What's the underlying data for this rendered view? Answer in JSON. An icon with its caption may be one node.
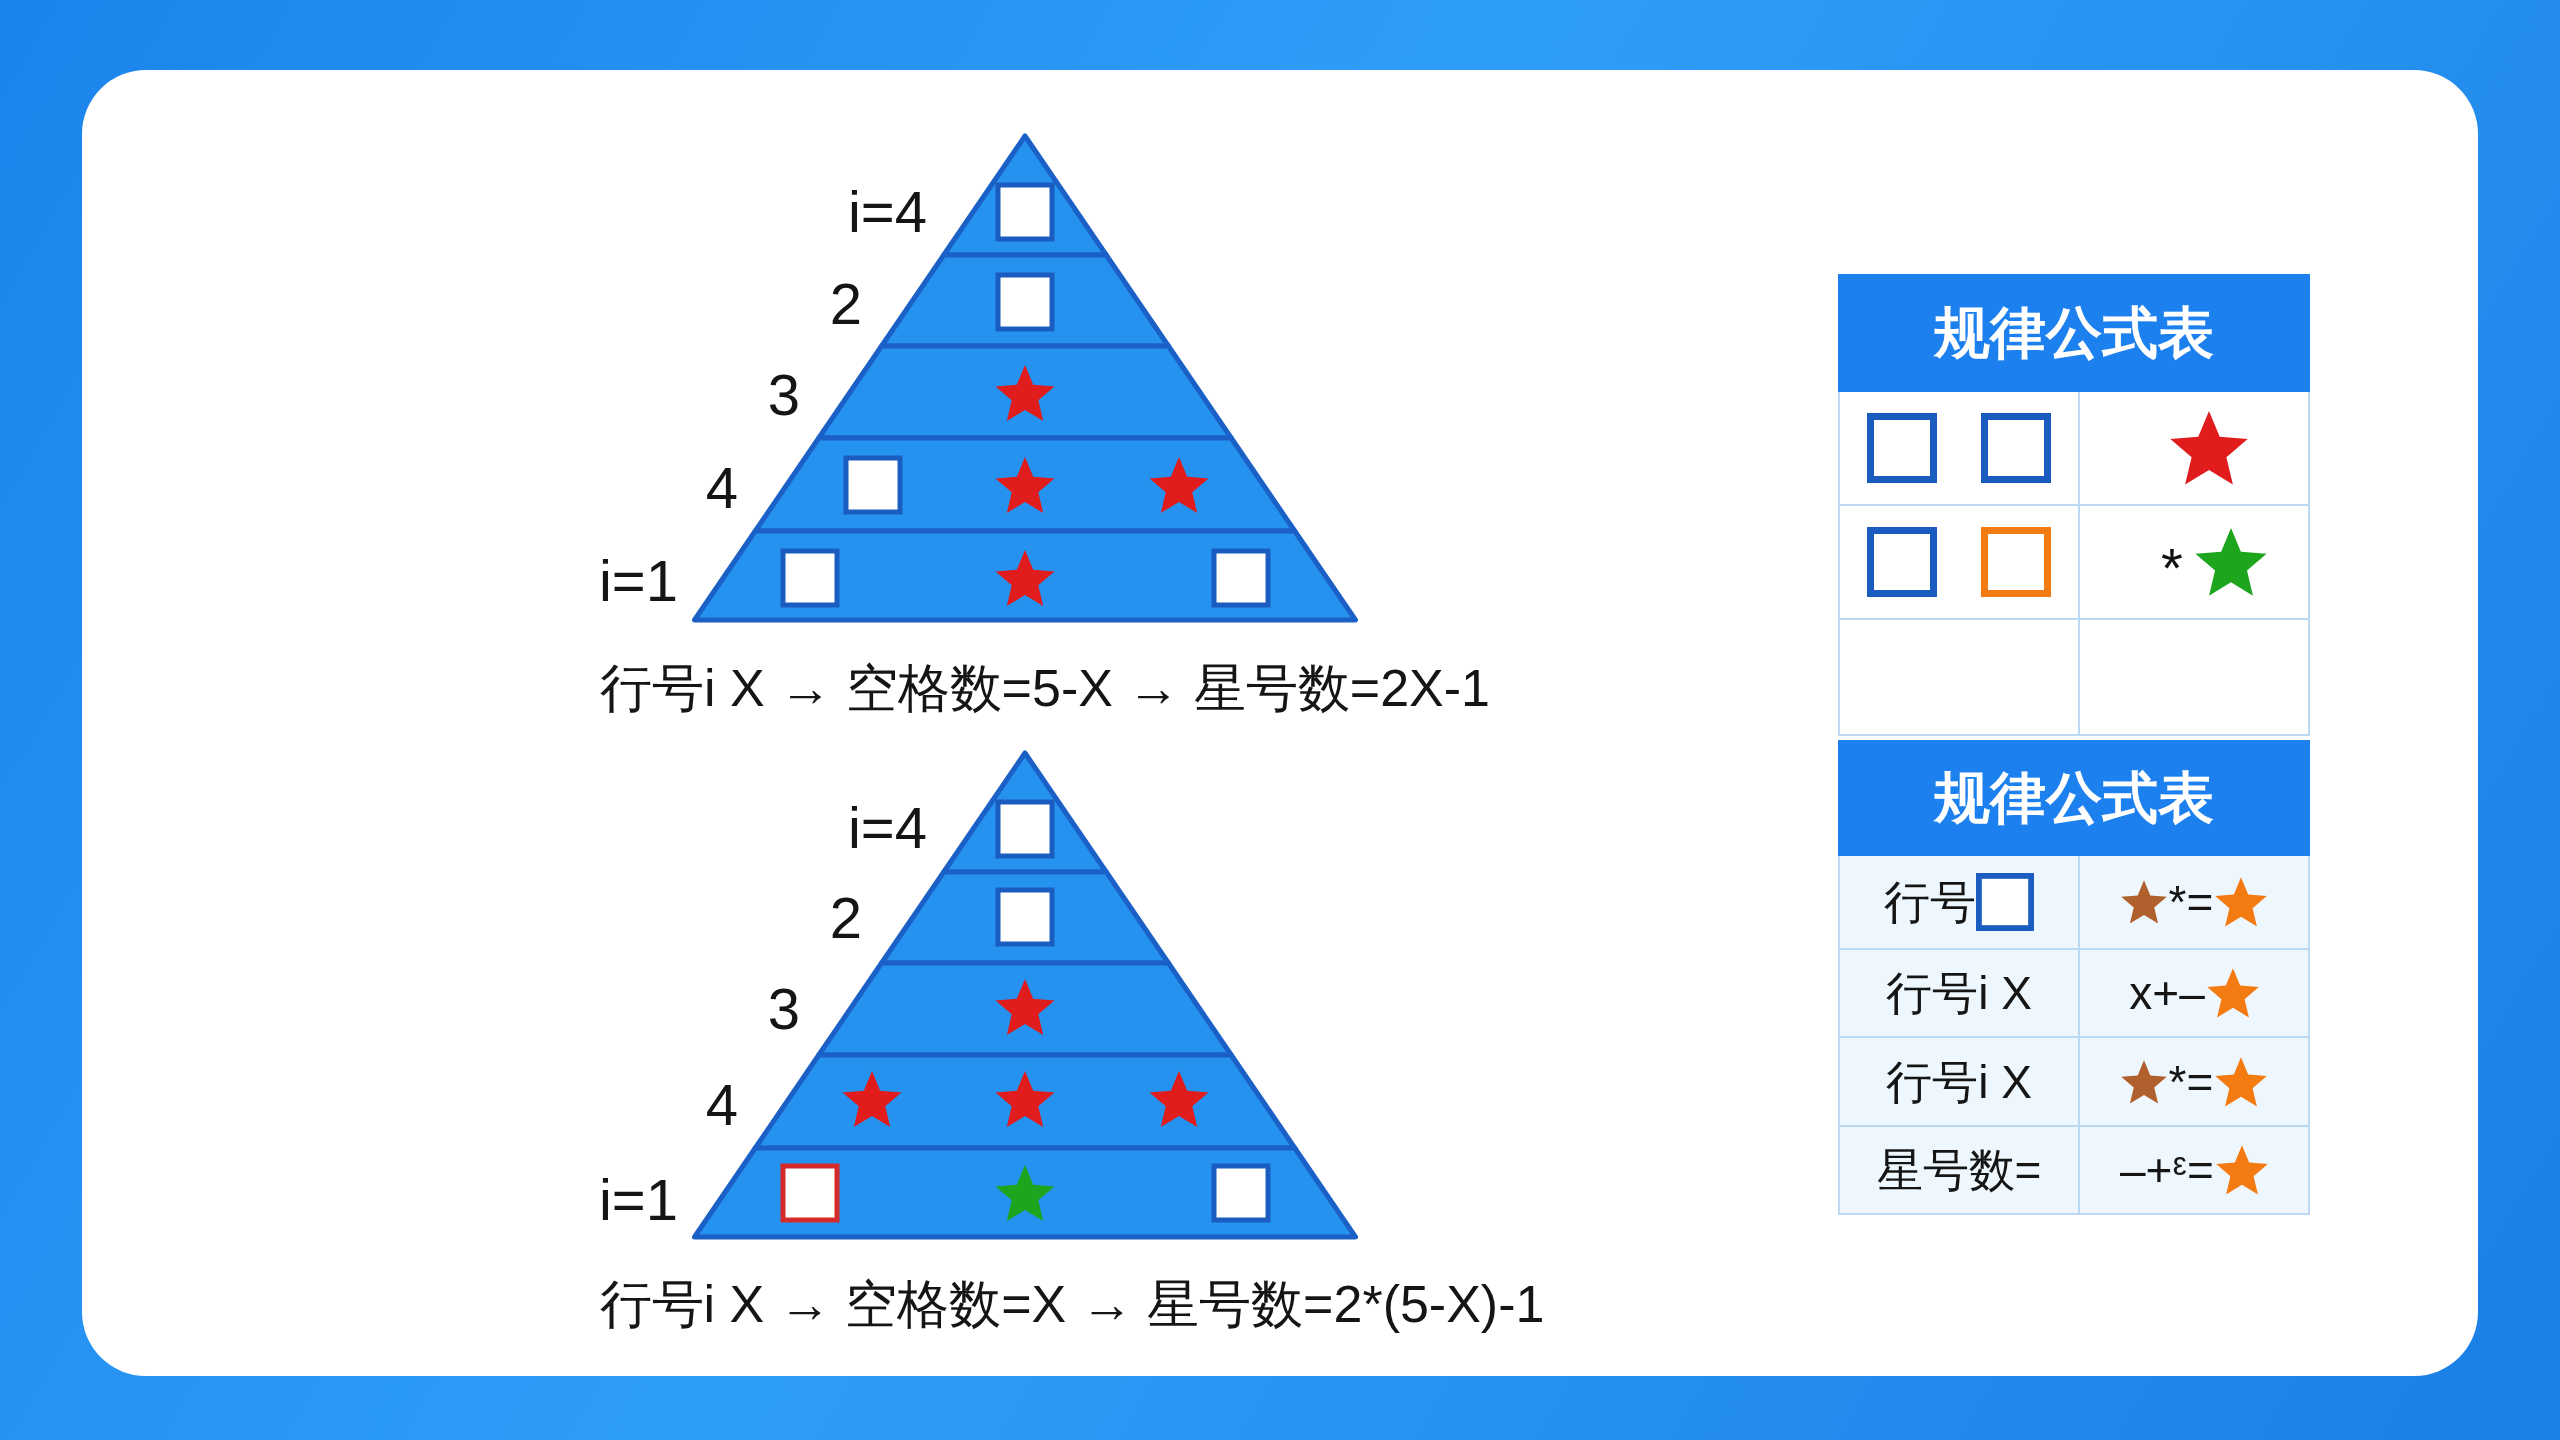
{
  "diagram": {
    "labels": [
      "i=4",
      "2",
      "3",
      "4",
      "i=1",
      "行号i X → 空格数=5-X → 星号数=2X-1",
      "i=4",
      "2",
      "3",
      "4",
      "i=1",
      "行号i X → 空格数=X → 星号数=2*(5-X)-1",
      "规律公式表",
      "*",
      "规律公式表",
      "行号",
      "*=",
      "行号i X",
      "x+–",
      "行号i X",
      "*=",
      "星号数=",
      "–+ᵋ="
    ]
  }
}
